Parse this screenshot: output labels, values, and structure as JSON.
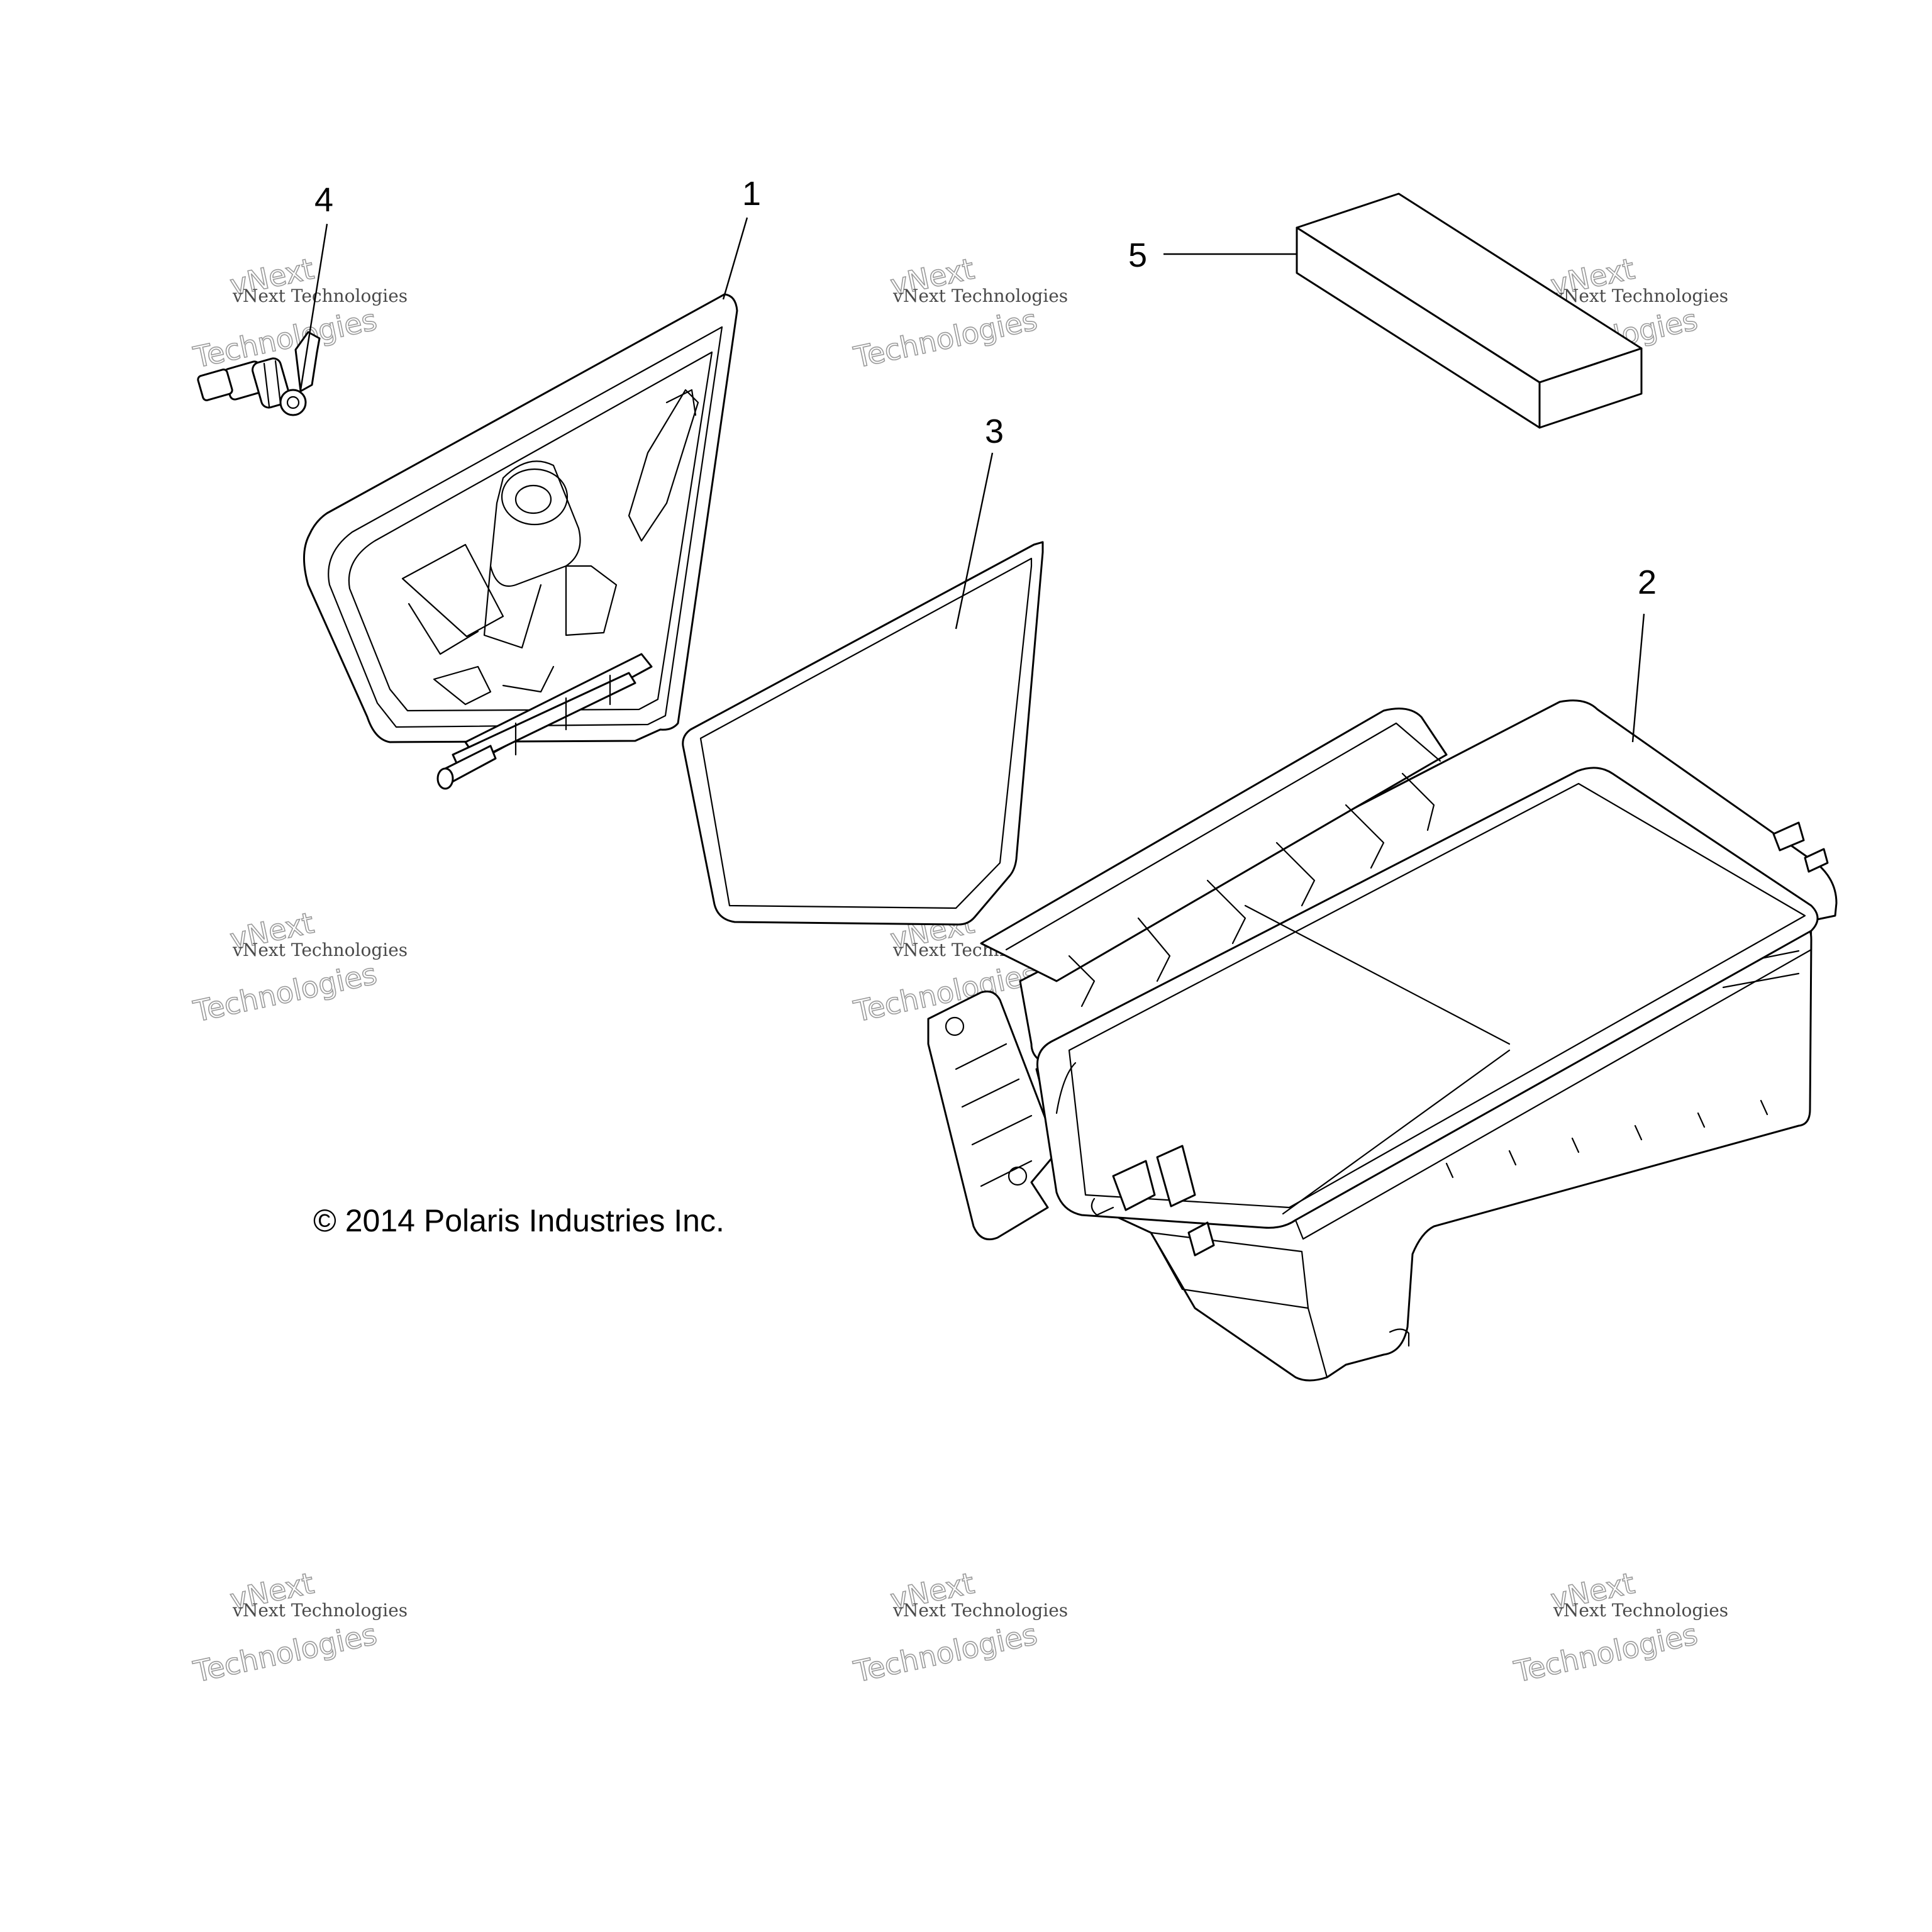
{
  "callouts": {
    "part_1": "1",
    "part_2": "2",
    "part_3": "3",
    "part_4": "4",
    "part_5": "5"
  },
  "copyright": "© 2014 Polaris Industries Inc.",
  "watermark": {
    "line1": "vNext Technologies",
    "line2": "vNext",
    "line3": "Technologies"
  }
}
